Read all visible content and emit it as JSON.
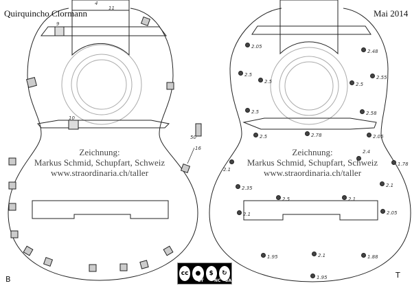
{
  "header": {
    "author": "Quirquincho Clormann",
    "date": "Mai 2014"
  },
  "credit": {
    "line1": "Zeichnung:",
    "line2": "Markus Schmid, Schupfart, Schweiz",
    "line3": "www.straordinaria.ch/taller"
  },
  "corner_labels": {
    "left": "B",
    "right": "T"
  },
  "license": {
    "badge": "cc",
    "by": "BY",
    "nc": "NC",
    "sa": "SA"
  },
  "left_marks": {
    "brace_top": "9",
    "brace_bottom": "10",
    "side_block": "50",
    "side_block2": "16",
    "neck_top": "4",
    "neck_width": "11"
  },
  "thicknesses": [
    "2.05",
    "2.48",
    "2.5",
    "2.55",
    "2.5",
    "2.5",
    "2.5",
    "2.58",
    "2.5",
    "2.78",
    "2.05",
    "2.1",
    "2.4",
    "1.78",
    "2.35",
    "2.1",
    "2.5",
    "2.1",
    "2.1",
    "2.05",
    "1.95",
    "2.1",
    "1.88",
    "1.95"
  ]
}
